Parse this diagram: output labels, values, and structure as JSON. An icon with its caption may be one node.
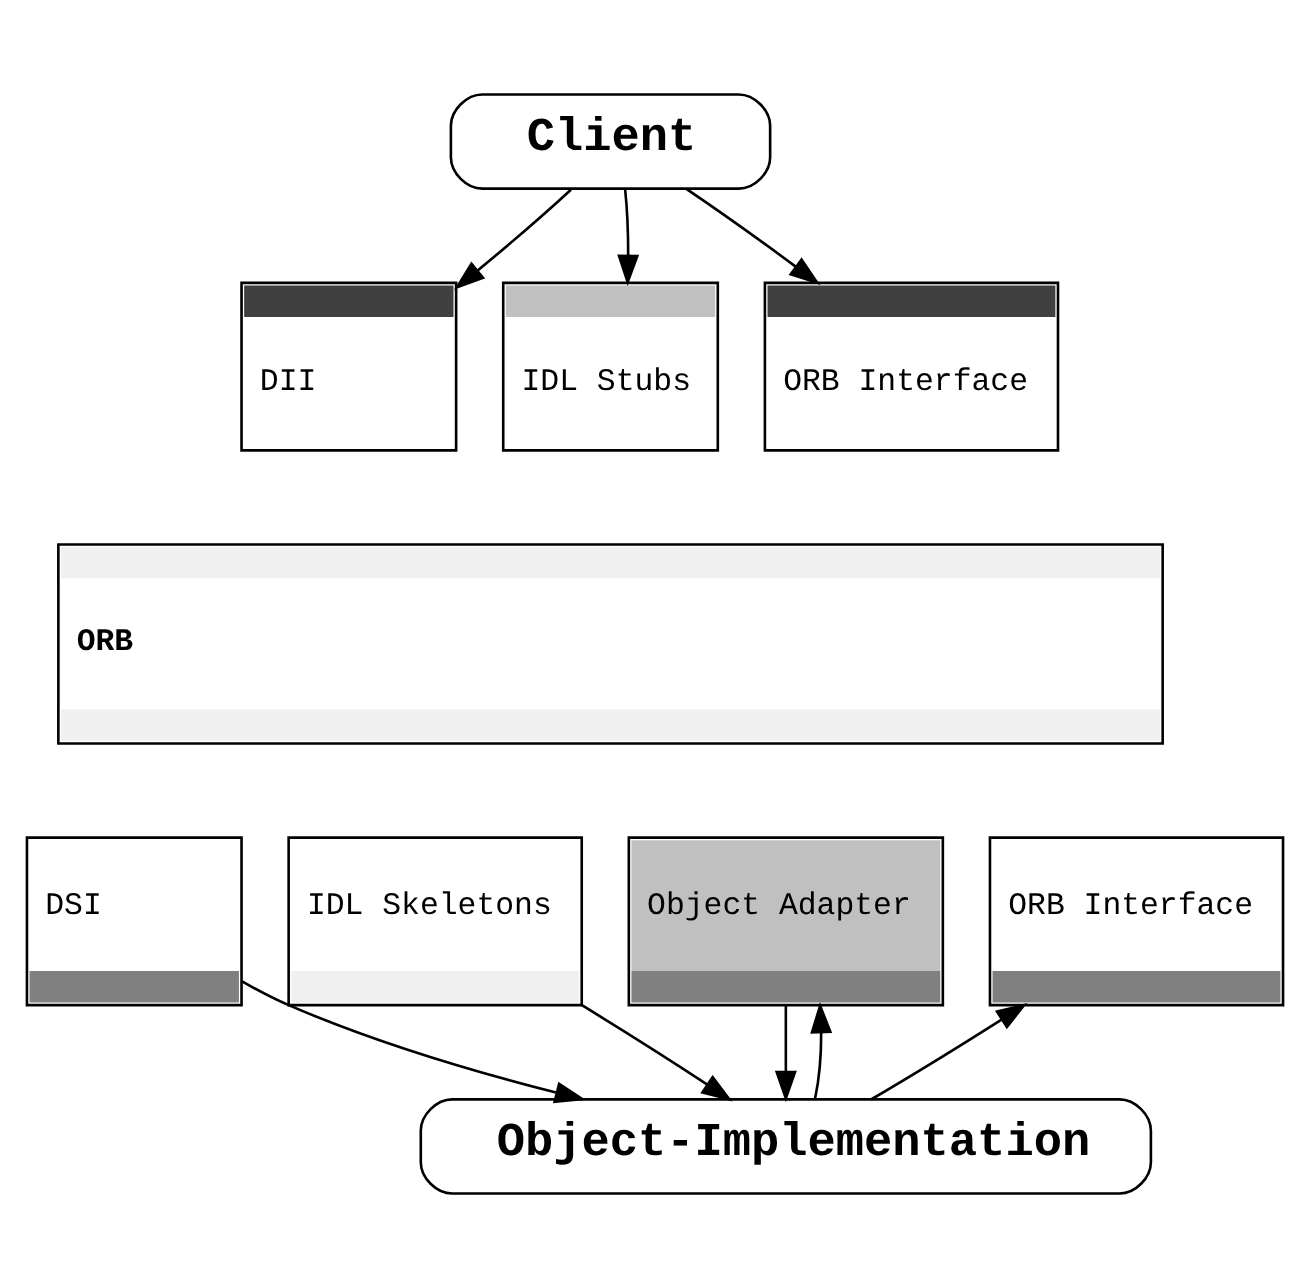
{
  "diagram": {
    "nodes": [
      {
        "text": [
          "Client"
        ]
      },
      {
        "text": [
          "DII"
        ]
      },
      {
        "text": [
          "IDL Stubs"
        ]
      },
      {
        "text": [
          "ORB Interface"
        ]
      },
      {
        "text": [
          "ORB"
        ]
      },
      {
        "text": [
          "DSI"
        ]
      },
      {
        "text": [
          "IDL Skeletons"
        ]
      },
      {
        "text": [
          "Object Adapter"
        ]
      },
      {
        "text": [
          "ORB Interface"
        ]
      },
      {
        "text": [
          "Object-Implementation"
        ]
      }
    ],
    "edges": [
      {
        "from": 0,
        "to": 1,
        "arrow": "to"
      },
      {
        "from": 0,
        "to": 2,
        "arrow": "to"
      },
      {
        "from": 0,
        "to": 3,
        "arrow": "to"
      },
      {
        "from": 5,
        "to": 9,
        "arrow": "to"
      },
      {
        "from": 6,
        "to": 9,
        "arrow": "to"
      },
      {
        "from": 7,
        "to": 9,
        "arrow": "to"
      },
      {
        "from": 9,
        "to": 7,
        "arrow": "to"
      },
      {
        "from": 9,
        "to": 8,
        "arrow": "to"
      }
    ]
  }
}
